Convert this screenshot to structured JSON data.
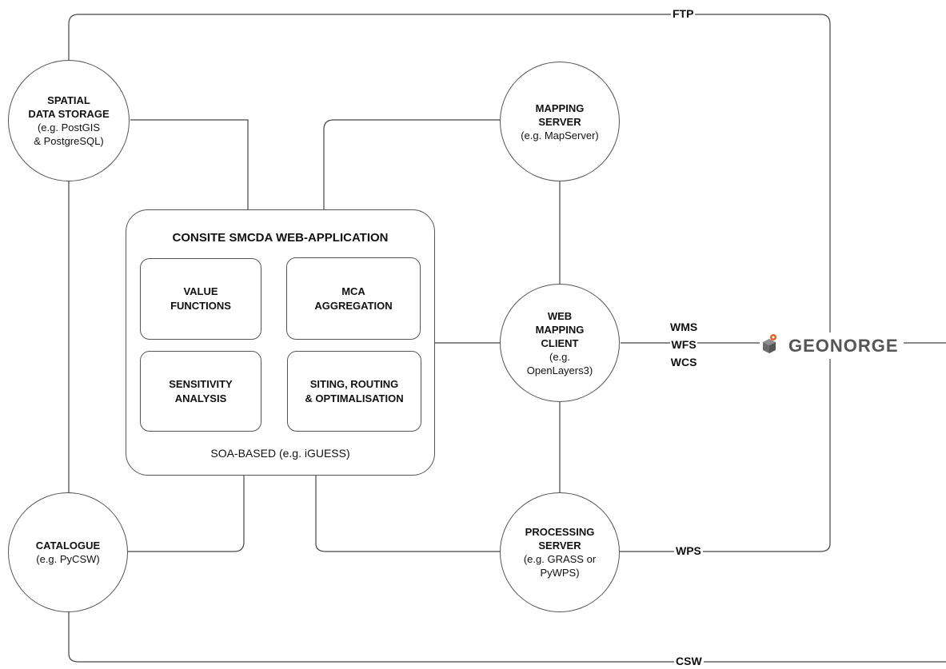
{
  "nodes": {
    "storage": {
      "title": [
        "SPATIAL",
        "DATA STORAGE"
      ],
      "sub": [
        "(e.g. PostGIS",
        "& PostgreSQL)"
      ]
    },
    "mapping": {
      "title": [
        "MAPPING",
        "SERVER"
      ],
      "sub": [
        "(e.g. MapServer)"
      ]
    },
    "client": {
      "title": [
        "WEB",
        "MAPPING",
        "CLIENT"
      ],
      "sub": [
        "(e.g.",
        "OpenLayers3)"
      ]
    },
    "catalogue": {
      "title": [
        "CATALOGUE"
      ],
      "sub": [
        "(e.g. PyCSW)"
      ]
    },
    "processing": {
      "title": [
        "PROCESSING",
        "SERVER"
      ],
      "sub": [
        "(e.g. GRASS or",
        "PyWPS)"
      ]
    }
  },
  "app": {
    "title": "CONSITE SMCDA WEB-APPLICATION",
    "footer": "SOA-BASED (e.g. iGUESS)",
    "modules": {
      "value": [
        "VALUE",
        "FUNCTIONS"
      ],
      "mca": [
        "MCA",
        "AGGREGATION"
      ],
      "sensitivity": [
        "SENSITIVITY",
        "ANALYSIS"
      ],
      "siting": [
        "SITING, ROUTING",
        "& OPTIMALISATION"
      ]
    }
  },
  "connections": {
    "ftp": "FTP",
    "wms": "WMS",
    "wfs": "WFS",
    "wcs": "WCS",
    "wps": "WPS",
    "csw": "CSW"
  },
  "logo": {
    "text": "GEONORGE",
    "color_accent": "#e8612c",
    "color_body": "#666666"
  }
}
